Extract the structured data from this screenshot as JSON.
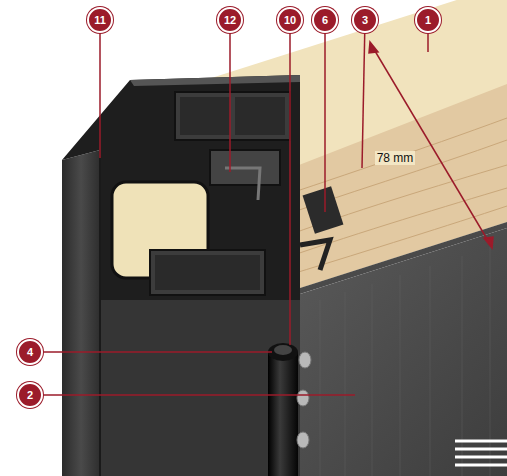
{
  "diagram": {
    "labels": [
      "11",
      "12",
      "10",
      "6",
      "3",
      "1",
      "78 mm",
      "4",
      "2"
    ]
  }
}
